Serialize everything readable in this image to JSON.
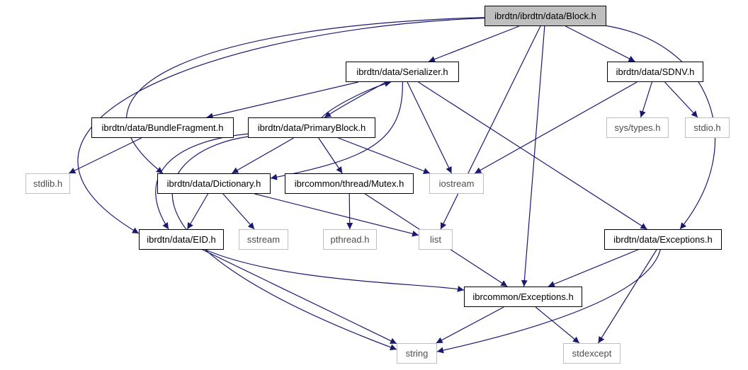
{
  "nodes": [
    {
      "id": "block",
      "label": "ibrdtn/ibrdtn/data/Block.h",
      "kind": "focus"
    },
    {
      "id": "serializer",
      "label": "ibrdtn/data/Serializer.h",
      "kind": "internal"
    },
    {
      "id": "sdnv",
      "label": "ibrdtn/data/SDNV.h",
      "kind": "internal"
    },
    {
      "id": "bundlefrag",
      "label": "ibrdtn/data/BundleFragment.h",
      "kind": "internal"
    },
    {
      "id": "primary",
      "label": "ibrdtn/data/PrimaryBlock.h",
      "kind": "internal"
    },
    {
      "id": "systypes",
      "label": "sys/types.h",
      "kind": "external"
    },
    {
      "id": "stdio",
      "label": "stdio.h",
      "kind": "external"
    },
    {
      "id": "stdlib",
      "label": "stdlib.h",
      "kind": "external"
    },
    {
      "id": "dictionary",
      "label": "ibrdtn/data/Dictionary.h",
      "kind": "internal"
    },
    {
      "id": "mutex",
      "label": "ibrcommon/thread/Mutex.h",
      "kind": "internal"
    },
    {
      "id": "iostream",
      "label": "iostream",
      "kind": "external"
    },
    {
      "id": "eid",
      "label": "ibrdtn/data/EID.h",
      "kind": "internal"
    },
    {
      "id": "sstream",
      "label": "sstream",
      "kind": "external"
    },
    {
      "id": "pthread",
      "label": "pthread.h",
      "kind": "external"
    },
    {
      "id": "list",
      "label": "list",
      "kind": "external"
    },
    {
      "id": "dataexc",
      "label": "ibrdtn/data/Exceptions.h",
      "kind": "internal"
    },
    {
      "id": "commonexc",
      "label": "ibrcommon/Exceptions.h",
      "kind": "internal"
    },
    {
      "id": "string",
      "label": "string",
      "kind": "external"
    },
    {
      "id": "stdexcept",
      "label": "stdexcept",
      "kind": "external"
    }
  ],
  "edges": [
    {
      "from": "block",
      "to": "serializer"
    },
    {
      "from": "block",
      "to": "sdnv"
    },
    {
      "from": "block",
      "to": "dictionary"
    },
    {
      "from": "block",
      "to": "eid"
    },
    {
      "from": "block",
      "to": "list"
    },
    {
      "from": "block",
      "to": "commonexc"
    },
    {
      "from": "block",
      "to": "dataexc"
    },
    {
      "from": "serializer",
      "to": "bundlefrag"
    },
    {
      "from": "serializer",
      "to": "primary"
    },
    {
      "from": "serializer",
      "to": "dictionary"
    },
    {
      "from": "serializer",
      "to": "iostream"
    },
    {
      "from": "serializer",
      "to": "dataexc"
    },
    {
      "from": "primary",
      "to": "serializer"
    },
    {
      "from": "primary",
      "to": "dictionary"
    },
    {
      "from": "primary",
      "to": "mutex"
    },
    {
      "from": "primary",
      "to": "iostream"
    },
    {
      "from": "primary",
      "to": "eid"
    },
    {
      "from": "primary",
      "to": "string"
    },
    {
      "from": "sdnv",
      "to": "systypes"
    },
    {
      "from": "sdnv",
      "to": "stdio"
    },
    {
      "from": "sdnv",
      "to": "iostream"
    },
    {
      "from": "bundlefrag",
      "to": "stdlib"
    },
    {
      "from": "dictionary",
      "to": "eid"
    },
    {
      "from": "dictionary",
      "to": "sstream"
    },
    {
      "from": "dictionary",
      "to": "list"
    },
    {
      "from": "mutex",
      "to": "pthread"
    },
    {
      "from": "mutex",
      "to": "commonexc"
    },
    {
      "from": "eid",
      "to": "commonexc"
    },
    {
      "from": "eid",
      "to": "string"
    },
    {
      "from": "dataexc",
      "to": "commonexc"
    },
    {
      "from": "dataexc",
      "to": "string"
    },
    {
      "from": "dataexc",
      "to": "stdexcept"
    },
    {
      "from": "commonexc",
      "to": "string"
    },
    {
      "from": "commonexc",
      "to": "stdexcept"
    }
  ],
  "colors": {
    "edge": "#191970",
    "focus_fill": "#bfbfbf",
    "internal_border": "#000000",
    "external_border": "#bfbfbf",
    "external_text": "#4d4d4d"
  }
}
